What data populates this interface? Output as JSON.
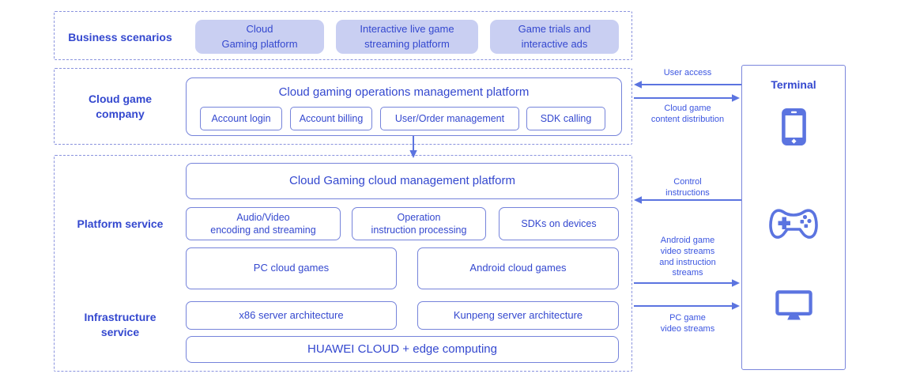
{
  "colors": {
    "text_blue": "#3448cf",
    "box_border": "#7583da",
    "dashed_border": "#8a93de",
    "fill_lavender": "#c9cff2",
    "arrow_blue": "#5b74e0"
  },
  "business": {
    "label": "Business scenarios",
    "items": [
      "Cloud\nGaming platform",
      "Interactive live game\nstreaming platform",
      "Game trials and\ninteractive ads"
    ]
  },
  "cloud_game_company": {
    "label": "Cloud game\ncompany",
    "platform_title": "Cloud gaming operations management platform",
    "modules": [
      "Account login",
      "Account billing",
      "User/Order management",
      "SDK calling"
    ]
  },
  "platform_service": {
    "label": "Platform service",
    "management_platform": "Cloud Gaming cloud management platform",
    "services": [
      "Audio/Video\nencoding and streaming",
      "Operation\ninstruction processing",
      "SDKs on devices"
    ],
    "game_types": [
      "PC cloud games",
      "Android cloud games"
    ]
  },
  "infrastructure_service": {
    "label": "Infrastructure\nservice",
    "architectures": [
      "x86 server architecture",
      "Kunpeng server architecture"
    ],
    "cloud": "HUAWEI CLOUD + edge computing"
  },
  "terminal": {
    "label": "Terminal",
    "devices": [
      "smartphone-icon",
      "gamepad-icon",
      "monitor-icon"
    ]
  },
  "flows": [
    {
      "label": "User access",
      "direction": "left"
    },
    {
      "label": "Cloud game\ncontent distribution",
      "direction": "right"
    },
    {
      "label": "Control\ninstructions",
      "direction": "left"
    },
    {
      "label": "Android game\nvideo streams\nand instruction\nstreams",
      "direction": "right"
    },
    {
      "label": "PC game\nvideo streams",
      "direction": "right"
    }
  ]
}
